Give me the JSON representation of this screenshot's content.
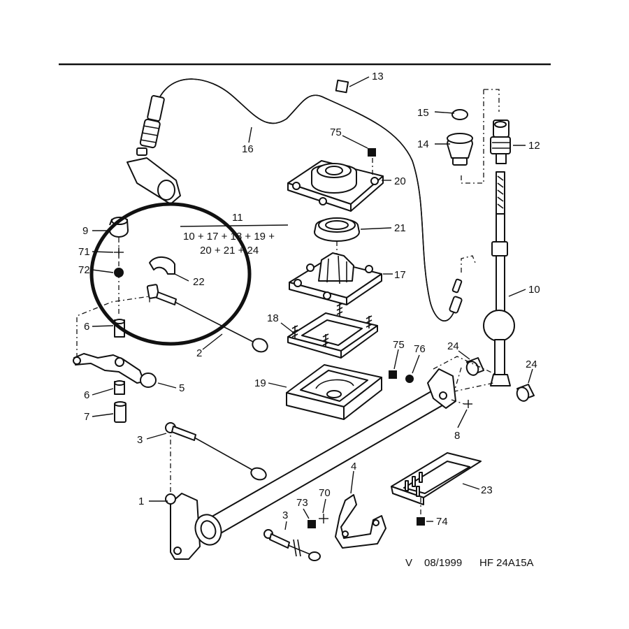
{
  "callouts": [
    {
      "id": "c1",
      "text": "1"
    },
    {
      "id": "c2",
      "text": "2"
    },
    {
      "id": "c3a",
      "text": "3"
    },
    {
      "id": "c3b",
      "text": "3"
    },
    {
      "id": "c4",
      "text": "4"
    },
    {
      "id": "c5",
      "text": "5"
    },
    {
      "id": "c6a",
      "text": "6"
    },
    {
      "id": "c6b",
      "text": "6"
    },
    {
      "id": "c7",
      "text": "7"
    },
    {
      "id": "c8",
      "text": "8"
    },
    {
      "id": "c9",
      "text": "9"
    },
    {
      "id": "c10",
      "text": "10"
    },
    {
      "id": "c11",
      "text": "11"
    },
    {
      "id": "c12",
      "text": "12"
    },
    {
      "id": "c13",
      "text": "13"
    },
    {
      "id": "c14",
      "text": "14"
    },
    {
      "id": "c15",
      "text": "15"
    },
    {
      "id": "c16",
      "text": "16"
    },
    {
      "id": "c17",
      "text": "17"
    },
    {
      "id": "c18",
      "text": "18"
    },
    {
      "id": "c19",
      "text": "19"
    },
    {
      "id": "c20",
      "text": "20"
    },
    {
      "id": "c21",
      "text": "21"
    },
    {
      "id": "c22",
      "text": "22"
    },
    {
      "id": "c23",
      "text": "23"
    },
    {
      "id": "c24a",
      "text": "24"
    },
    {
      "id": "c24b",
      "text": "24"
    },
    {
      "id": "c70",
      "text": "70"
    },
    {
      "id": "c71",
      "text": "71"
    },
    {
      "id": "c72",
      "text": "72"
    },
    {
      "id": "c73",
      "text": "73"
    },
    {
      "id": "c74",
      "text": "74"
    },
    {
      "id": "c75a",
      "text": "75"
    },
    {
      "id": "c75b",
      "text": "75"
    },
    {
      "id": "c76",
      "text": "76"
    }
  ],
  "kit": {
    "line1": "10 + 17 + 18 + 19 +",
    "line2": "20 + 21 + 24"
  },
  "footer": {
    "variant": "V",
    "date": "08/1999",
    "reference": "HF 24A15A"
  },
  "colors": {
    "ink": "#111111",
    "background": "#ffffff"
  }
}
